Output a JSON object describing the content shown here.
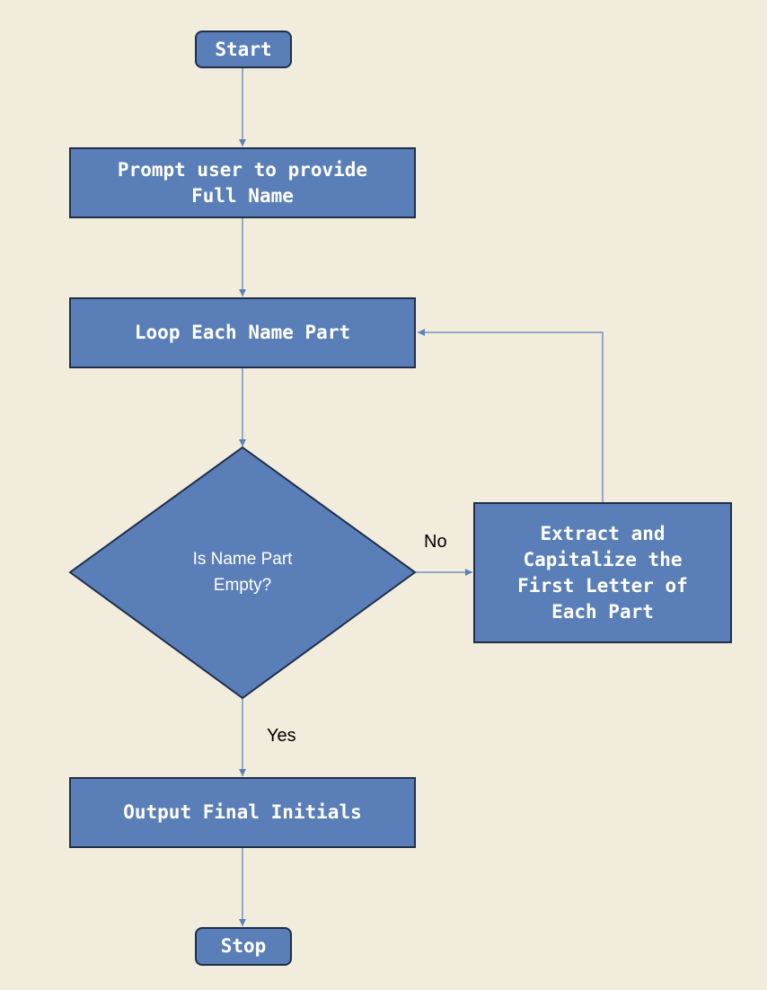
{
  "nodes": {
    "start": "Start",
    "prompt": "Prompt user to provide\nFull Name",
    "loop": "Loop Each Name Part",
    "decision": "Is Name Part\nEmpty?",
    "extract": "Extract and\nCapitalize the\nFirst Letter of\nEach Part",
    "output": "Output Final Initials",
    "stop": "Stop"
  },
  "edges": {
    "no_label": "No",
    "yes_label": "Yes"
  },
  "colors": {
    "background": "#f1ecdc",
    "node_fill": "#5a7fb8",
    "node_border": "#1f2f4a",
    "connector": "#5b80b8"
  }
}
